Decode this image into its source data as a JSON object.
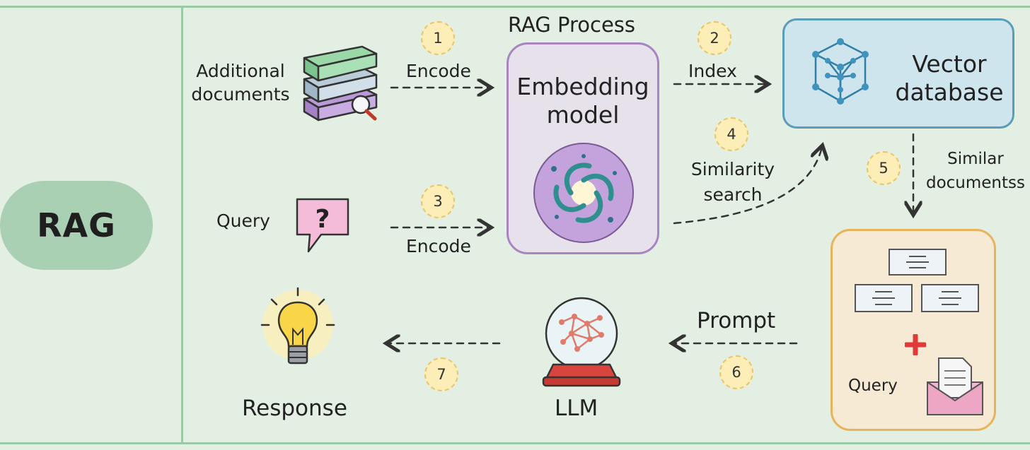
{
  "side_title": "RAG",
  "process_title": "RAG Process",
  "nodes": {
    "documents": "Additional\ndocuments",
    "query": "Query",
    "embedding_model": "Embedding\nmodel",
    "vector_db": "Vector\ndatabase",
    "llm": "LLM",
    "response": "Response",
    "context_query": "Query"
  },
  "edges": {
    "encode_docs": "Encode",
    "index": "Index",
    "encode_query": "Encode",
    "similarity_search": "Similarity\nsearch",
    "similar_docs": "Similar\ndocumentss",
    "prompt": "Prompt"
  },
  "steps": [
    "1",
    "2",
    "3",
    "4",
    "5",
    "6",
    "7"
  ],
  "icons": {
    "documents": "books-with-magnifier-icon",
    "query": "question-speech-bubble-icon",
    "embedding": "spiral-galaxy-icon",
    "vector_db": "network-cube-icon",
    "context_docs": "document-cards-icon",
    "plus": "plus-icon",
    "envelope": "envelope-icon",
    "llm": "crystal-ball-neural-network-icon",
    "response": "lightbulb-icon"
  },
  "colors": {
    "background": "#e3efe3",
    "rag_pill": "#a9d0b3",
    "embedding_border": "#a984c2",
    "vector_fill": "#cfe5ee",
    "vector_border": "#5b9cb7",
    "context_border": "#e7b45c",
    "badge": "#fdeeb8",
    "plus": "#e03a3a"
  }
}
